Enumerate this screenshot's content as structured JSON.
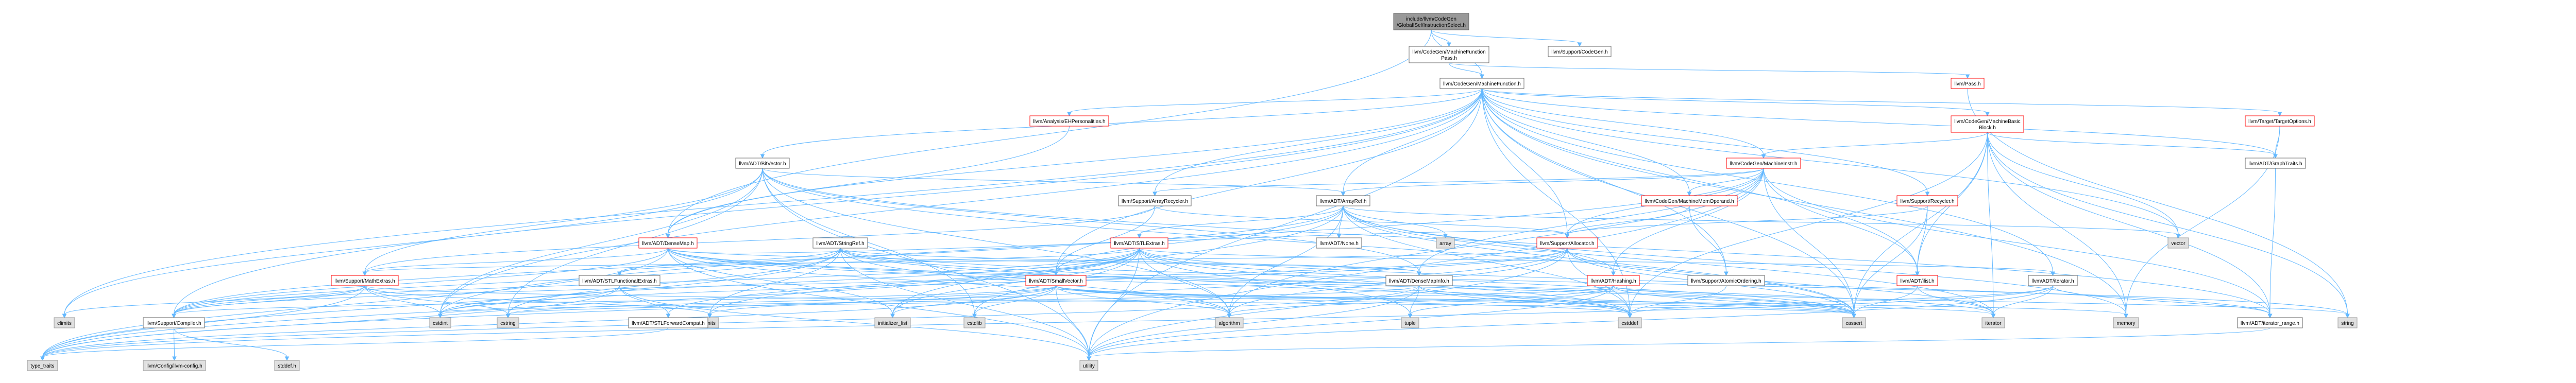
{
  "diagram": {
    "nodes": [
      {
        "id": "root",
        "kind": "root",
        "lines": [
          "include/llvm/CodeGen",
          "/GlobalISel/InstructionSelect.h"
        ]
      },
      {
        "id": "mfpass",
        "kind": "std",
        "lines": [
          "llvm/CodeGen/MachineFunction",
          "Pass.h"
        ]
      },
      {
        "id": "supcg",
        "kind": "std",
        "lines": [
          "llvm/Support/CodeGen.h"
        ]
      },
      {
        "id": "mf",
        "kind": "std",
        "lines": [
          "llvm/CodeGen/MachineFunction.h"
        ]
      },
      {
        "id": "pass",
        "kind": "red",
        "lines": [
          "llvm/Pass.h"
        ]
      },
      {
        "id": "ehpers",
        "kind": "red",
        "lines": [
          "llvm/Analysis/EHPersonalities.h"
        ]
      },
      {
        "id": "bitvec",
        "kind": "std",
        "lines": [
          "llvm/ADT/BitVector.h"
        ]
      },
      {
        "id": "mbb",
        "kind": "red",
        "lines": [
          "llvm/CodeGen/MachineBasic",
          "Block.h"
        ]
      },
      {
        "id": "tgtopt",
        "kind": "red",
        "lines": [
          "llvm/Target/TargetOptions.h"
        ]
      },
      {
        "id": "mi",
        "kind": "red",
        "lines": [
          "llvm/CodeGen/MachineInstr.h"
        ]
      },
      {
        "id": "graphtraits",
        "kind": "std",
        "lines": [
          "llvm/ADT/GraphTraits.h"
        ]
      },
      {
        "id": "arrayrec",
        "kind": "std",
        "lines": [
          "llvm/Support/ArrayRecycler.h"
        ]
      },
      {
        "id": "arrayref",
        "kind": "std",
        "lines": [
          "llvm/ADT/ArrayRef.h"
        ]
      },
      {
        "id": "mmo",
        "kind": "red",
        "lines": [
          "llvm/CodeGen/MachineMemOperand.h"
        ]
      },
      {
        "id": "recycler",
        "kind": "red",
        "lines": [
          "llvm/Support/Recycler.h"
        ]
      },
      {
        "id": "vector",
        "kind": "sys",
        "lines": [
          "vector"
        ]
      },
      {
        "id": "densemap",
        "kind": "red",
        "lines": [
          "llvm/ADT/DenseMap.h"
        ]
      },
      {
        "id": "stringref",
        "kind": "std",
        "lines": [
          "llvm/ADT/StringRef.h"
        ]
      },
      {
        "id": "stlextras",
        "kind": "red",
        "lines": [
          "llvm/ADT/STLExtras.h"
        ]
      },
      {
        "id": "none",
        "kind": "std",
        "lines": [
          "llvm/ADT/None.h"
        ]
      },
      {
        "id": "array",
        "kind": "sys",
        "lines": [
          "array"
        ]
      },
      {
        "id": "allocator",
        "kind": "red",
        "lines": [
          "llvm/Support/Allocator.h"
        ]
      },
      {
        "id": "atomicord",
        "kind": "std",
        "lines": [
          "llvm/Support/AtomicOrdering.h"
        ]
      },
      {
        "id": "ilist",
        "kind": "red",
        "lines": [
          "llvm/ADT/ilist.h"
        ]
      },
      {
        "id": "mathextras",
        "kind": "red",
        "lines": [
          "llvm/Support/MathExtras.h"
        ]
      },
      {
        "id": "stlfunc",
        "kind": "std",
        "lines": [
          "llvm/ADT/STLFunctionalExtras.h"
        ]
      },
      {
        "id": "smallvec",
        "kind": "red",
        "lines": [
          "llvm/ADT/SmallVector.h"
        ]
      },
      {
        "id": "densemapinfo",
        "kind": "std",
        "lines": [
          "llvm/ADT/DenseMapInfo.h"
        ]
      },
      {
        "id": "hashing",
        "kind": "red",
        "lines": [
          "llvm/ADT/Hashing.h"
        ]
      },
      {
        "id": "iterator",
        "kind": "std",
        "lines": [
          "llvm/ADT/iterator.h"
        ]
      },
      {
        "id": "climits",
        "kind": "sys",
        "lines": [
          "climits"
        ]
      },
      {
        "id": "compiler",
        "kind": "std",
        "lines": [
          "llvm/Support/Compiler.h"
        ]
      },
      {
        "id": "cstdint",
        "kind": "sys",
        "lines": [
          "cstdint"
        ]
      },
      {
        "id": "cstring",
        "kind": "sys",
        "lines": [
          "cstring"
        ]
      },
      {
        "id": "limits",
        "kind": "sys",
        "lines": [
          "limits"
        ]
      },
      {
        "id": "stlfwd",
        "kind": "std",
        "lines": [
          "llvm/ADT/STLForwardCompat.h"
        ]
      },
      {
        "id": "initlist",
        "kind": "sys",
        "lines": [
          "initializer_list"
        ]
      },
      {
        "id": "cstdlib",
        "kind": "sys",
        "lines": [
          "cstdlib"
        ]
      },
      {
        "id": "algorithm",
        "kind": "sys",
        "lines": [
          "algorithm"
        ]
      },
      {
        "id": "tuple",
        "kind": "sys",
        "lines": [
          "tuple"
        ]
      },
      {
        "id": "cstddef",
        "kind": "sys",
        "lines": [
          "cstddef"
        ]
      },
      {
        "id": "cassert",
        "kind": "sys",
        "lines": [
          "cassert"
        ]
      },
      {
        "id": "iteratorstd",
        "kind": "sys",
        "lines": [
          "iterator"
        ]
      },
      {
        "id": "memory",
        "kind": "sys",
        "lines": [
          "memory"
        ]
      },
      {
        "id": "iterrange",
        "kind": "std",
        "lines": [
          "llvm/ADT/iterator_range.h"
        ]
      },
      {
        "id": "string",
        "kind": "sys",
        "lines": [
          "string"
        ]
      },
      {
        "id": "llvmconfig",
        "kind": "sys",
        "lines": [
          "llvm/Config/llvm-config.h"
        ]
      },
      {
        "id": "stddef",
        "kind": "sys",
        "lines": [
          "stddef.h"
        ]
      },
      {
        "id": "typetraits",
        "kind": "sys",
        "lines": [
          "type_traits"
        ]
      },
      {
        "id": "utility",
        "kind": "sys",
        "lines": [
          "utility"
        ]
      }
    ],
    "edges": [
      [
        "root",
        "mfpass"
      ],
      [
        "root",
        "supcg"
      ],
      [
        "root",
        "mf"
      ],
      [
        "root",
        "densemap"
      ],
      [
        "mfpass",
        "mf"
      ],
      [
        "mfpass",
        "pass"
      ],
      [
        "mf",
        "ehpers"
      ],
      [
        "mf",
        "bitvec"
      ],
      [
        "mf",
        "mbb"
      ],
      [
        "mf",
        "tgtopt"
      ],
      [
        "mf",
        "mi"
      ],
      [
        "mf",
        "graphtraits"
      ],
      [
        "mf",
        "arrayrec"
      ],
      [
        "mf",
        "arrayref"
      ],
      [
        "mf",
        "mmo"
      ],
      [
        "mf",
        "recycler"
      ],
      [
        "mf",
        "vector"
      ],
      [
        "mf",
        "densemap"
      ],
      [
        "mf",
        "allocator"
      ],
      [
        "mf",
        "atomicord"
      ],
      [
        "mf",
        "ilist"
      ],
      [
        "mf",
        "smallvec"
      ],
      [
        "mf",
        "iterator"
      ],
      [
        "mf",
        "compiler"
      ],
      [
        "mf",
        "cstdint"
      ],
      [
        "mf",
        "cassert"
      ],
      [
        "mf",
        "memory"
      ],
      [
        "mf",
        "utility"
      ],
      [
        "mf",
        "climits"
      ],
      [
        "mf",
        "cstddef"
      ],
      [
        "pass",
        "string"
      ],
      [
        "ehpers",
        "densemap"
      ],
      [
        "bitvec",
        "arrayref"
      ],
      [
        "bitvec",
        "densemapinfo"
      ],
      [
        "bitvec",
        "iterrange"
      ],
      [
        "bitvec",
        "mathextras"
      ],
      [
        "bitvec",
        "algorithm"
      ],
      [
        "bitvec",
        "cassert"
      ],
      [
        "bitvec",
        "climits"
      ],
      [
        "bitvec",
        "cstdint"
      ],
      [
        "bitvec",
        "cstdlib"
      ],
      [
        "bitvec",
        "cstring"
      ],
      [
        "bitvec",
        "utility"
      ],
      [
        "mbb",
        "graphtraits"
      ],
      [
        "mbb",
        "ilist"
      ],
      [
        "mbb",
        "mi"
      ],
      [
        "mbb",
        "iterrange"
      ],
      [
        "mbb",
        "vector"
      ],
      [
        "mbb",
        "iteratorstd"
      ],
      [
        "mbb",
        "cstddef"
      ],
      [
        "mbb",
        "cassert"
      ],
      [
        "mbb",
        "string"
      ],
      [
        "mbb",
        "memory"
      ],
      [
        "tgtopt",
        "graphtraits"
      ],
      [
        "tgtopt",
        "memory"
      ],
      [
        "mi",
        "arrayrec"
      ],
      [
        "mi",
        "arrayref"
      ],
      [
        "mi",
        "mmo"
      ],
      [
        "mi",
        "densemapinfo"
      ],
      [
        "mi",
        "ilist"
      ],
      [
        "mi",
        "iterrange"
      ],
      [
        "mi",
        "hashing"
      ],
      [
        "mi",
        "algorithm"
      ],
      [
        "mi",
        "cassert"
      ],
      [
        "mi",
        "cstdint"
      ],
      [
        "mi",
        "utility"
      ],
      [
        "mi",
        "allocator"
      ],
      [
        "graphtraits",
        "iterrange"
      ],
      [
        "arrayrec",
        "smallvec"
      ],
      [
        "arrayrec",
        "allocator"
      ],
      [
        "arrayrec",
        "mathextras"
      ],
      [
        "arrayref",
        "hashing"
      ],
      [
        "arrayref",
        "none"
      ],
      [
        "arrayref",
        "smallvec"
      ],
      [
        "arrayref",
        "stlextras"
      ],
      [
        "arrayref",
        "compiler"
      ],
      [
        "arrayref",
        "algorithm"
      ],
      [
        "arrayref",
        "array"
      ],
      [
        "arrayref",
        "cassert"
      ],
      [
        "arrayref",
        "cstddef"
      ],
      [
        "arrayref",
        "initlist"
      ],
      [
        "arrayref",
        "iteratorstd"
      ],
      [
        "arrayref",
        "memory"
      ],
      [
        "arrayref",
        "type_traits"
      ],
      [
        "arrayref",
        "vector"
      ],
      [
        "mmo",
        "atomicord"
      ],
      [
        "mmo",
        "allocator"
      ],
      [
        "recycler",
        "allocator"
      ],
      [
        "recycler",
        "ilist"
      ],
      [
        "recycler",
        "cassert"
      ],
      [
        "densemap",
        "densemapinfo"
      ],
      [
        "densemap",
        "allocator"
      ],
      [
        "densemap",
        "mathextras"
      ],
      [
        "densemap",
        "compiler"
      ],
      [
        "densemap",
        "algorithm"
      ],
      [
        "densemap",
        "cassert"
      ],
      [
        "densemap",
        "cstddef"
      ],
      [
        "densemap",
        "initlist"
      ],
      [
        "densemap",
        "iteratorstd"
      ],
      [
        "densemap",
        "new"
      ],
      [
        "densemap",
        "typetraits"
      ],
      [
        "densemap",
        "utility"
      ],
      [
        "stringref",
        "stlfunc"
      ],
      [
        "stringref",
        "densemapinfo"
      ],
      [
        "stringref",
        "compiler"
      ],
      [
        "stringref",
        "algorithm"
      ],
      [
        "stringref",
        "cassert"
      ],
      [
        "stringref",
        "cstddef"
      ],
      [
        "stringref",
        "cstring"
      ],
      [
        "stringref",
        "limits"
      ],
      [
        "stringref",
        "string"
      ],
      [
        "stringref",
        "typetraits"
      ],
      [
        "stringref",
        "utility"
      ],
      [
        "stlextras",
        "stlfunc"
      ],
      [
        "stlextras",
        "stlfwd"
      ],
      [
        "stlextras",
        "iterator"
      ],
      [
        "stlextras",
        "iterrange"
      ],
      [
        "stlextras",
        "compiler"
      ],
      [
        "stlextras",
        "algorithm"
      ],
      [
        "stlextras",
        "cassert"
      ],
      [
        "stlextras",
        "cstddef"
      ],
      [
        "stlextras",
        "cstdint"
      ],
      [
        "stlextras",
        "cstdlib"
      ],
      [
        "stlextras",
        "initlist"
      ],
      [
        "stlextras",
        "limits"
      ],
      [
        "stlextras",
        "tuple"
      ],
      [
        "stlextras",
        "typetraits"
      ],
      [
        "stlextras",
        "utility"
      ],
      [
        "allocator",
        "compiler"
      ],
      [
        "allocator",
        "mathextras"
      ],
      [
        "allocator",
        "algorithm"
      ],
      [
        "allocator",
        "cassert"
      ],
      [
        "allocator",
        "cstddef"
      ],
      [
        "allocator",
        "cstdint"
      ],
      [
        "allocator",
        "iteratorstd"
      ],
      [
        "allocator",
        "typetraits"
      ],
      [
        "allocator",
        "utility"
      ],
      [
        "atomicord",
        "cstddef"
      ],
      [
        "ilist",
        "iteratorstd"
      ],
      [
        "ilist",
        "cassert"
      ],
      [
        "mathextras",
        "compiler"
      ],
      [
        "mathextras",
        "cassert"
      ],
      [
        "mathextras",
        "climits"
      ],
      [
        "mathextras",
        "cstdint"
      ],
      [
        "mathextras",
        "cstring"
      ],
      [
        "mathextras",
        "limits"
      ],
      [
        "mathextras",
        "typetraits"
      ],
      [
        "stlfunc",
        "stlfwd"
      ],
      [
        "stlfunc",
        "typetraits"
      ],
      [
        "stlfunc",
        "utility"
      ],
      [
        "stlfunc",
        "cstdint"
      ],
      [
        "smallvec",
        "compiler"
      ],
      [
        "smallvec",
        "algorithm"
      ],
      [
        "smallvec",
        "cassert"
      ],
      [
        "smallvec",
        "cstddef"
      ],
      [
        "smallvec",
        "cstdlib"
      ],
      [
        "smallvec",
        "cstring"
      ],
      [
        "smallvec",
        "functional"
      ],
      [
        "smallvec",
        "initlist"
      ],
      [
        "smallvec",
        "iteratorstd"
      ],
      [
        "smallvec",
        "limits"
      ],
      [
        "smallvec",
        "memory"
      ],
      [
        "smallvec",
        "typetraits"
      ],
      [
        "smallvec",
        "utility"
      ],
      [
        "densemapinfo",
        "cassert"
      ],
      [
        "densemapinfo",
        "cstddef"
      ],
      [
        "densemapinfo",
        "cstdint"
      ],
      [
        "densemapinfo",
        "tuple"
      ],
      [
        "densemapinfo",
        "typetraits"
      ],
      [
        "densemapinfo",
        "utility"
      ],
      [
        "hashing",
        "algorithm"
      ],
      [
        "hashing",
        "cassert"
      ],
      [
        "hashing",
        "cstring"
      ],
      [
        "hashing",
        "string"
      ],
      [
        "hashing",
        "tuple"
      ],
      [
        "hashing",
        "utility"
      ],
      [
        "iterator",
        "iterrange"
      ],
      [
        "iterator",
        "cstddef"
      ],
      [
        "iterator",
        "iteratorstd"
      ],
      [
        "iterator",
        "typetraits"
      ],
      [
        "iterator",
        "utility"
      ],
      [
        "compiler",
        "llvmconfig"
      ],
      [
        "compiler",
        "stddef"
      ],
      [
        "stlfwd",
        "typetraits"
      ],
      [
        "iterrange",
        "utility"
      ]
    ]
  }
}
